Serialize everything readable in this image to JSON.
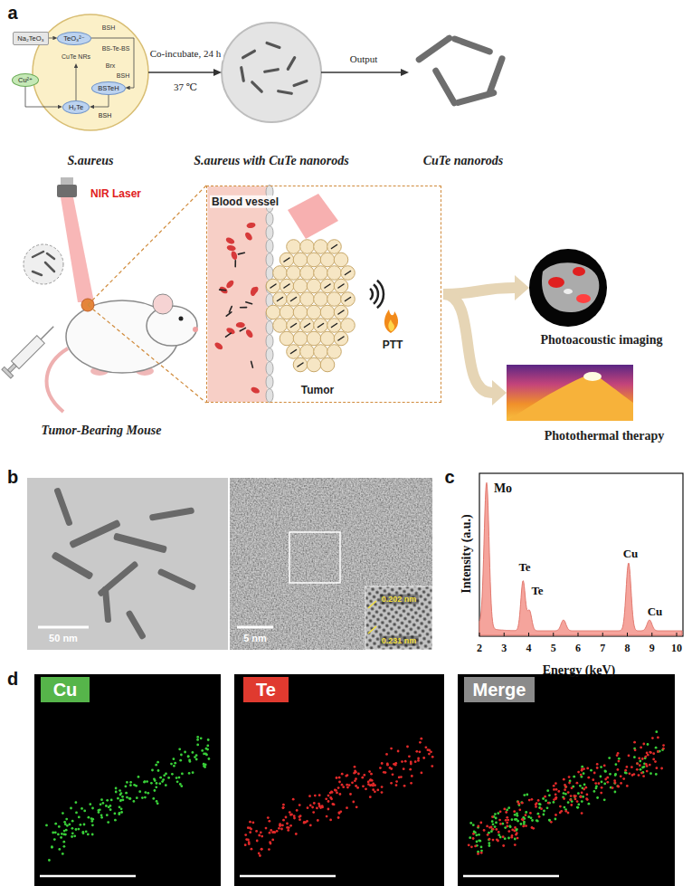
{
  "diagram": {
    "nodes": [
      {
        "text": [
          "S.aureus"
        ]
      },
      {
        "text": [
          "Na₂TeO₃"
        ]
      },
      {
        "text": [
          "TeO₃²⁻"
        ],
        "in": 0
      },
      {
        "text": [
          "BSTeH"
        ],
        "in": 0
      },
      {
        "text": [
          "H₂Te"
        ],
        "in": 0
      },
      {
        "text": [
          "Cu²⁺"
        ]
      },
      {
        "text": [
          "S.aureus with CuTe nanorods"
        ]
      },
      {
        "text": [
          "CuTe nanorods"
        ]
      },
      {
        "text": [
          "Tumor-Bearing Mouse"
        ]
      },
      {
        "text": [
          "Blood vessel",
          "Tumor",
          "PTT"
        ]
      },
      {
        "text": [
          "Photoacoustic imaging"
        ]
      },
      {
        "text": [
          "Photothermal therapy"
        ]
      },
      {
        "text": [
          "Cu"
        ]
      },
      {
        "text": [
          "Te"
        ]
      },
      {
        "text": [
          "Merge"
        ]
      }
    ],
    "edges": [
      {
        "from": 1,
        "to": 2,
        "arrow": "to"
      },
      {
        "from": 2,
        "to": 3,
        "arrow": "to"
      },
      {
        "from": 3,
        "to": 4,
        "label": "BSH",
        "arrow": "to"
      },
      {
        "from": 5,
        "to": 4,
        "arrow": "to"
      },
      {
        "from": 0,
        "to": 6,
        "label": "Co-incubate, 24 h",
        "arrow": "to"
      },
      {
        "from": 6,
        "to": 7,
        "label": "Output",
        "arrow": "to"
      },
      {
        "from": 9,
        "to": 10,
        "arrow": "to"
      },
      {
        "from": 9,
        "to": 11,
        "arrow": "to"
      }
    ],
    "labels": [
      "a",
      "BSH",
      "BS-Te-BS",
      "CuTe NRs",
      "Brx",
      "BSH",
      "37 ℃",
      "NIR Laser",
      "b",
      "50 nm",
      "5 nm",
      "0.202 nm",
      "0.231 nm",
      "c",
      "Mo",
      "Te",
      "Te",
      "Cu",
      "Cu",
      "Intensity (a.u.)",
      "Energy (keV)",
      "2",
      "3",
      "4",
      "5",
      "6",
      "7",
      "8",
      "9",
      "10",
      "d"
    ]
  }
}
